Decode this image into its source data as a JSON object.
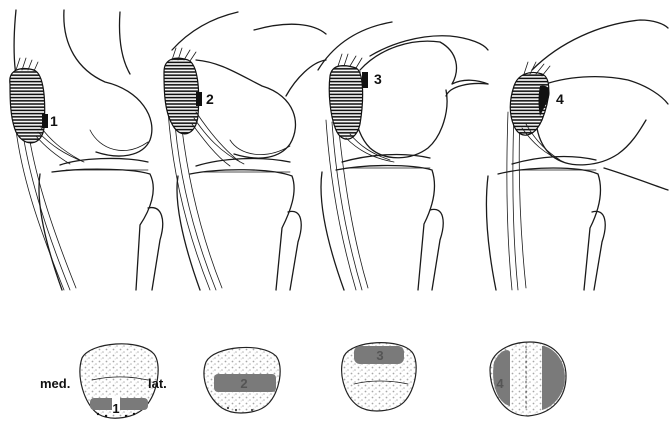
{
  "panels": [
    {
      "label": "1"
    },
    {
      "label": "2"
    },
    {
      "label": "3"
    },
    {
      "label": "4"
    }
  ],
  "patella_views": [
    {
      "label": "1"
    },
    {
      "label": "2"
    },
    {
      "label": "3"
    },
    {
      "label": "4"
    }
  ],
  "side_labels": {
    "medial": "med.",
    "lateral": "lat."
  },
  "colors": {
    "line": "#1a1a1a",
    "contact_area": "#7a7a7a",
    "contact_dark": "#111111",
    "stipple": "#bdbdbd"
  }
}
